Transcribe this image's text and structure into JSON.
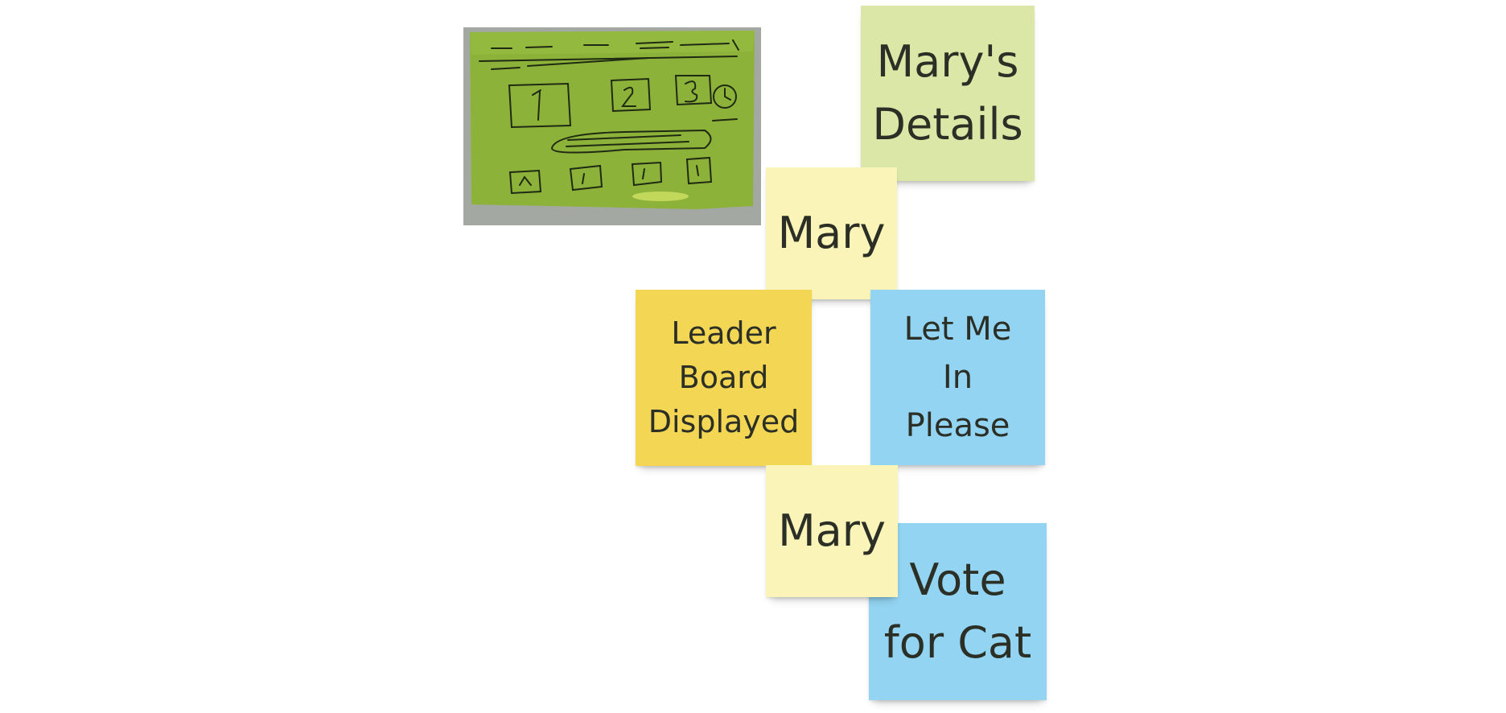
{
  "notes": {
    "marys_details": "Mary's\nDetails",
    "mary_1": "Mary",
    "leader_board": "Leader\nBoard\nDisplayed",
    "let_me_in": "Let Me\nIn\nPlease",
    "mary_2": "Mary",
    "vote_for_cat": "Vote\nfor Cat"
  },
  "photo": {
    "handwriting": {
      "top_right": "PREVIOUS WINNERS",
      "heading": "TODAY'S TOURNAMENT",
      "place_1": "1ST",
      "place_2": "2ND",
      "place_3": "3RD",
      "clock": "CLOCK",
      "button": "ADD MY CAT"
    }
  },
  "colors": {
    "green_note": "#dbe7a6",
    "yellow_note": "#fbf4b8",
    "gold_note": "#f2d654",
    "blue_note": "#92d4f2",
    "sketch_paper": "#8fb33a"
  }
}
